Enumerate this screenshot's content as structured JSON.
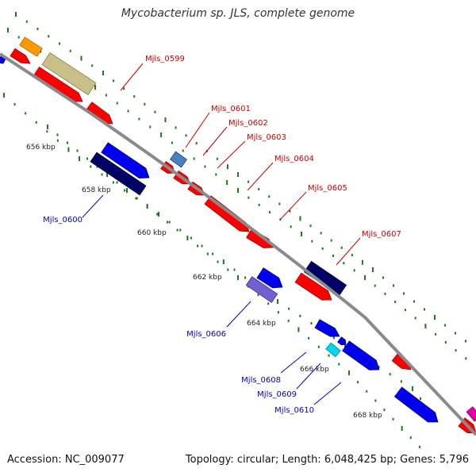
{
  "title": "Mycobacterium sp. JLS, complete genome",
  "accession": "Accession: NC_009077",
  "stats": "Topology: circular; Length: 6,048,425 bp; Genes: 5,796",
  "colors": {
    "backbone": "#8a8a8a",
    "tick": "#1a7a1a",
    "forward_label": "#cc0000",
    "reverse_label": "#0000cc"
  },
  "scale_ticks": [
    "656 kbp",
    "658 kbp",
    "660 kbp",
    "662 kbp",
    "664 kbp",
    "666 kbp",
    "668 kbp"
  ],
  "forward_labels": [
    "Mjls_0599",
    "Mjls_0601",
    "Mjls_0602",
    "Mjls_0603",
    "Mjls_0604",
    "Mjls_0605",
    "Mjls_0607"
  ],
  "reverse_labels": [
    "Mjls_0600",
    "Mjls_0606",
    "Mjls_0608",
    "Mjls_0609",
    "Mjls_0610"
  ]
}
